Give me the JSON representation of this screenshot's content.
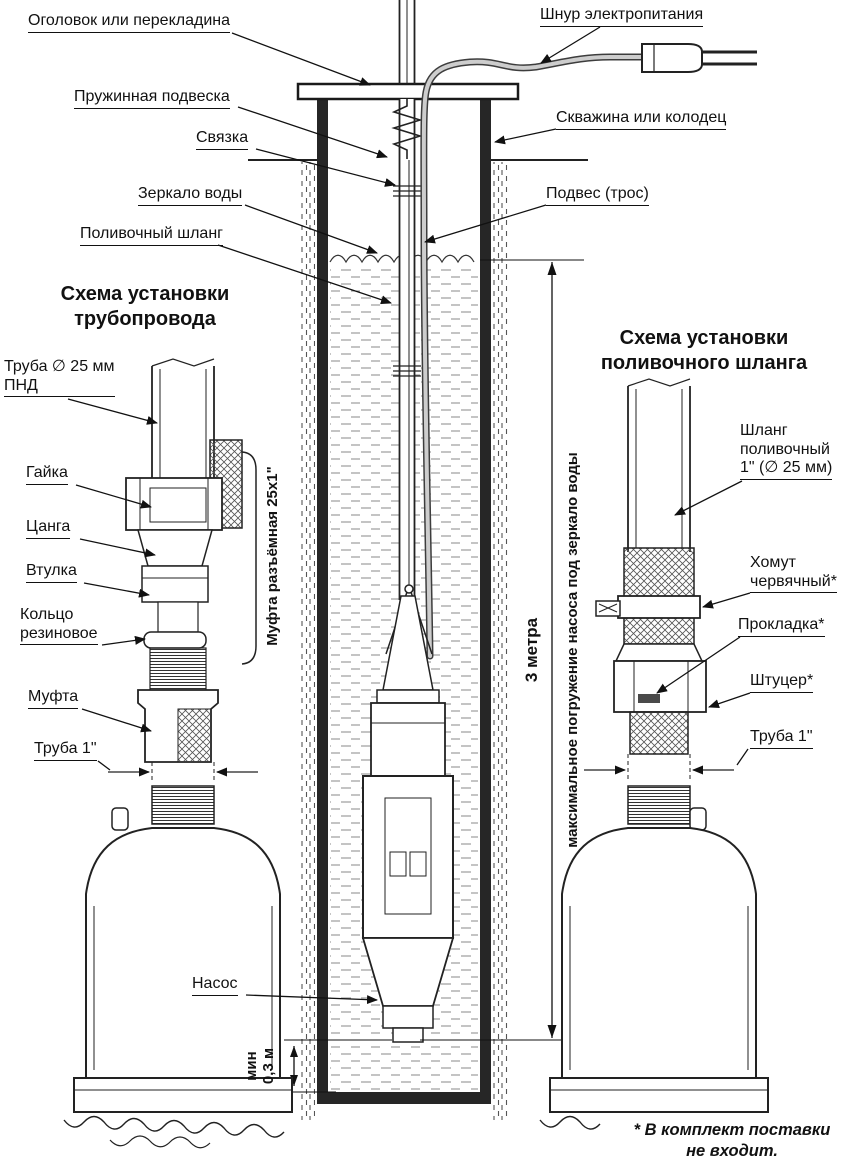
{
  "well": {
    "labels": {
      "ogolovok": "Оголовок или перекладина",
      "shnur": "Шнур электропитания",
      "pruzhina": "Пружинная подвеска",
      "svyazka": "Связка",
      "skvazhina": "Скважина или колодец",
      "zerkalo": "Зеркало воды",
      "podves": "Подвес (трос)",
      "polivochny": "Поливочный шланг",
      "nasos": "Насос"
    },
    "dimensions": {
      "three_meters": "3 метра",
      "max_depth": "максимальное погружение насоса под зеркало воды",
      "min_depth": "мин\n0,3 м"
    }
  },
  "pipe_diagram": {
    "title": "Схема установки\nтрубопровода",
    "labels": {
      "truba25": "Труба ∅ 25 мм\nПНД",
      "gaika": "Гайка",
      "tsanga": "Цанга",
      "vtulka": "Втулка",
      "koltso": "Кольцо\nрезиновое",
      "mufta": "Муфта",
      "truba1": "Труба 1\"",
      "mufta_razyomnaya": "Муфта разъёмная 25х1\""
    }
  },
  "hose_diagram": {
    "title": "Схема установки\nполивочного шланга",
    "labels": {
      "shlang": "Шланг\nполивочный\n1\" (∅ 25 мм)",
      "khomut": "Хомут\nчервячный*",
      "prokladka": "Прокладка*",
      "shtutser": "Штуцер*",
      "truba1": "Труба 1\""
    }
  },
  "footnote": "* В комплект поставки\nне входит.",
  "colors": {
    "line": "#1c1c1c",
    "cord_fill": "#cdcdcd",
    "background": "#ffffff"
  }
}
